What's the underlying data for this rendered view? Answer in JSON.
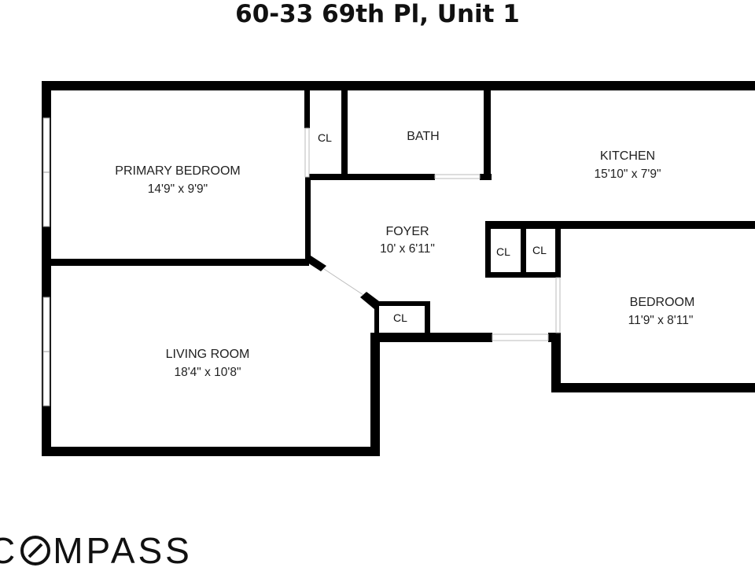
{
  "title": "60-33 69th Pl, Unit 1",
  "rooms": {
    "primary_bedroom": {
      "name": "PRIMARY BEDROOM",
      "dims": "14'9\" x 9'9\""
    },
    "living_room": {
      "name": "LIVING ROOM",
      "dims": "18'4\" x 10'8\""
    },
    "bath": {
      "name": "BATH"
    },
    "kitchen": {
      "name": "KITCHEN",
      "dims": "15'10\" x 7'9\""
    },
    "foyer": {
      "name": "FOYER",
      "dims": "10' x 6'11\""
    },
    "bedroom": {
      "name": "BEDROOM",
      "dims": "11'9\" x 8'11\""
    }
  },
  "closets": {
    "label": "CL"
  },
  "brand": {
    "before": "C",
    "after": "MPASS"
  }
}
